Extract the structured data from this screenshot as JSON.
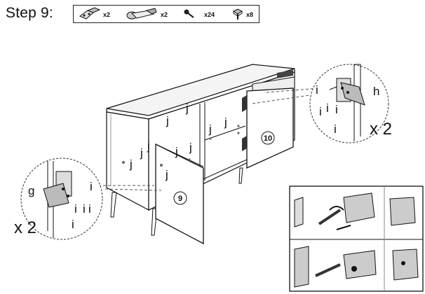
{
  "step": {
    "title": "Step 9:"
  },
  "parts": [
    {
      "icon": "hinge-plate-icon",
      "qty": "x2"
    },
    {
      "icon": "hinge-cup-icon",
      "qty": "x2"
    },
    {
      "icon": "screw-icon",
      "qty": "x24"
    },
    {
      "icon": "knob-icon",
      "qty": "x8"
    }
  ],
  "labels": {
    "j": "j",
    "i": "i",
    "h": "h",
    "g": "g",
    "door_left": "9",
    "door_right": "10",
    "multiplier_right": "x 2",
    "multiplier_left": "x 2"
  }
}
